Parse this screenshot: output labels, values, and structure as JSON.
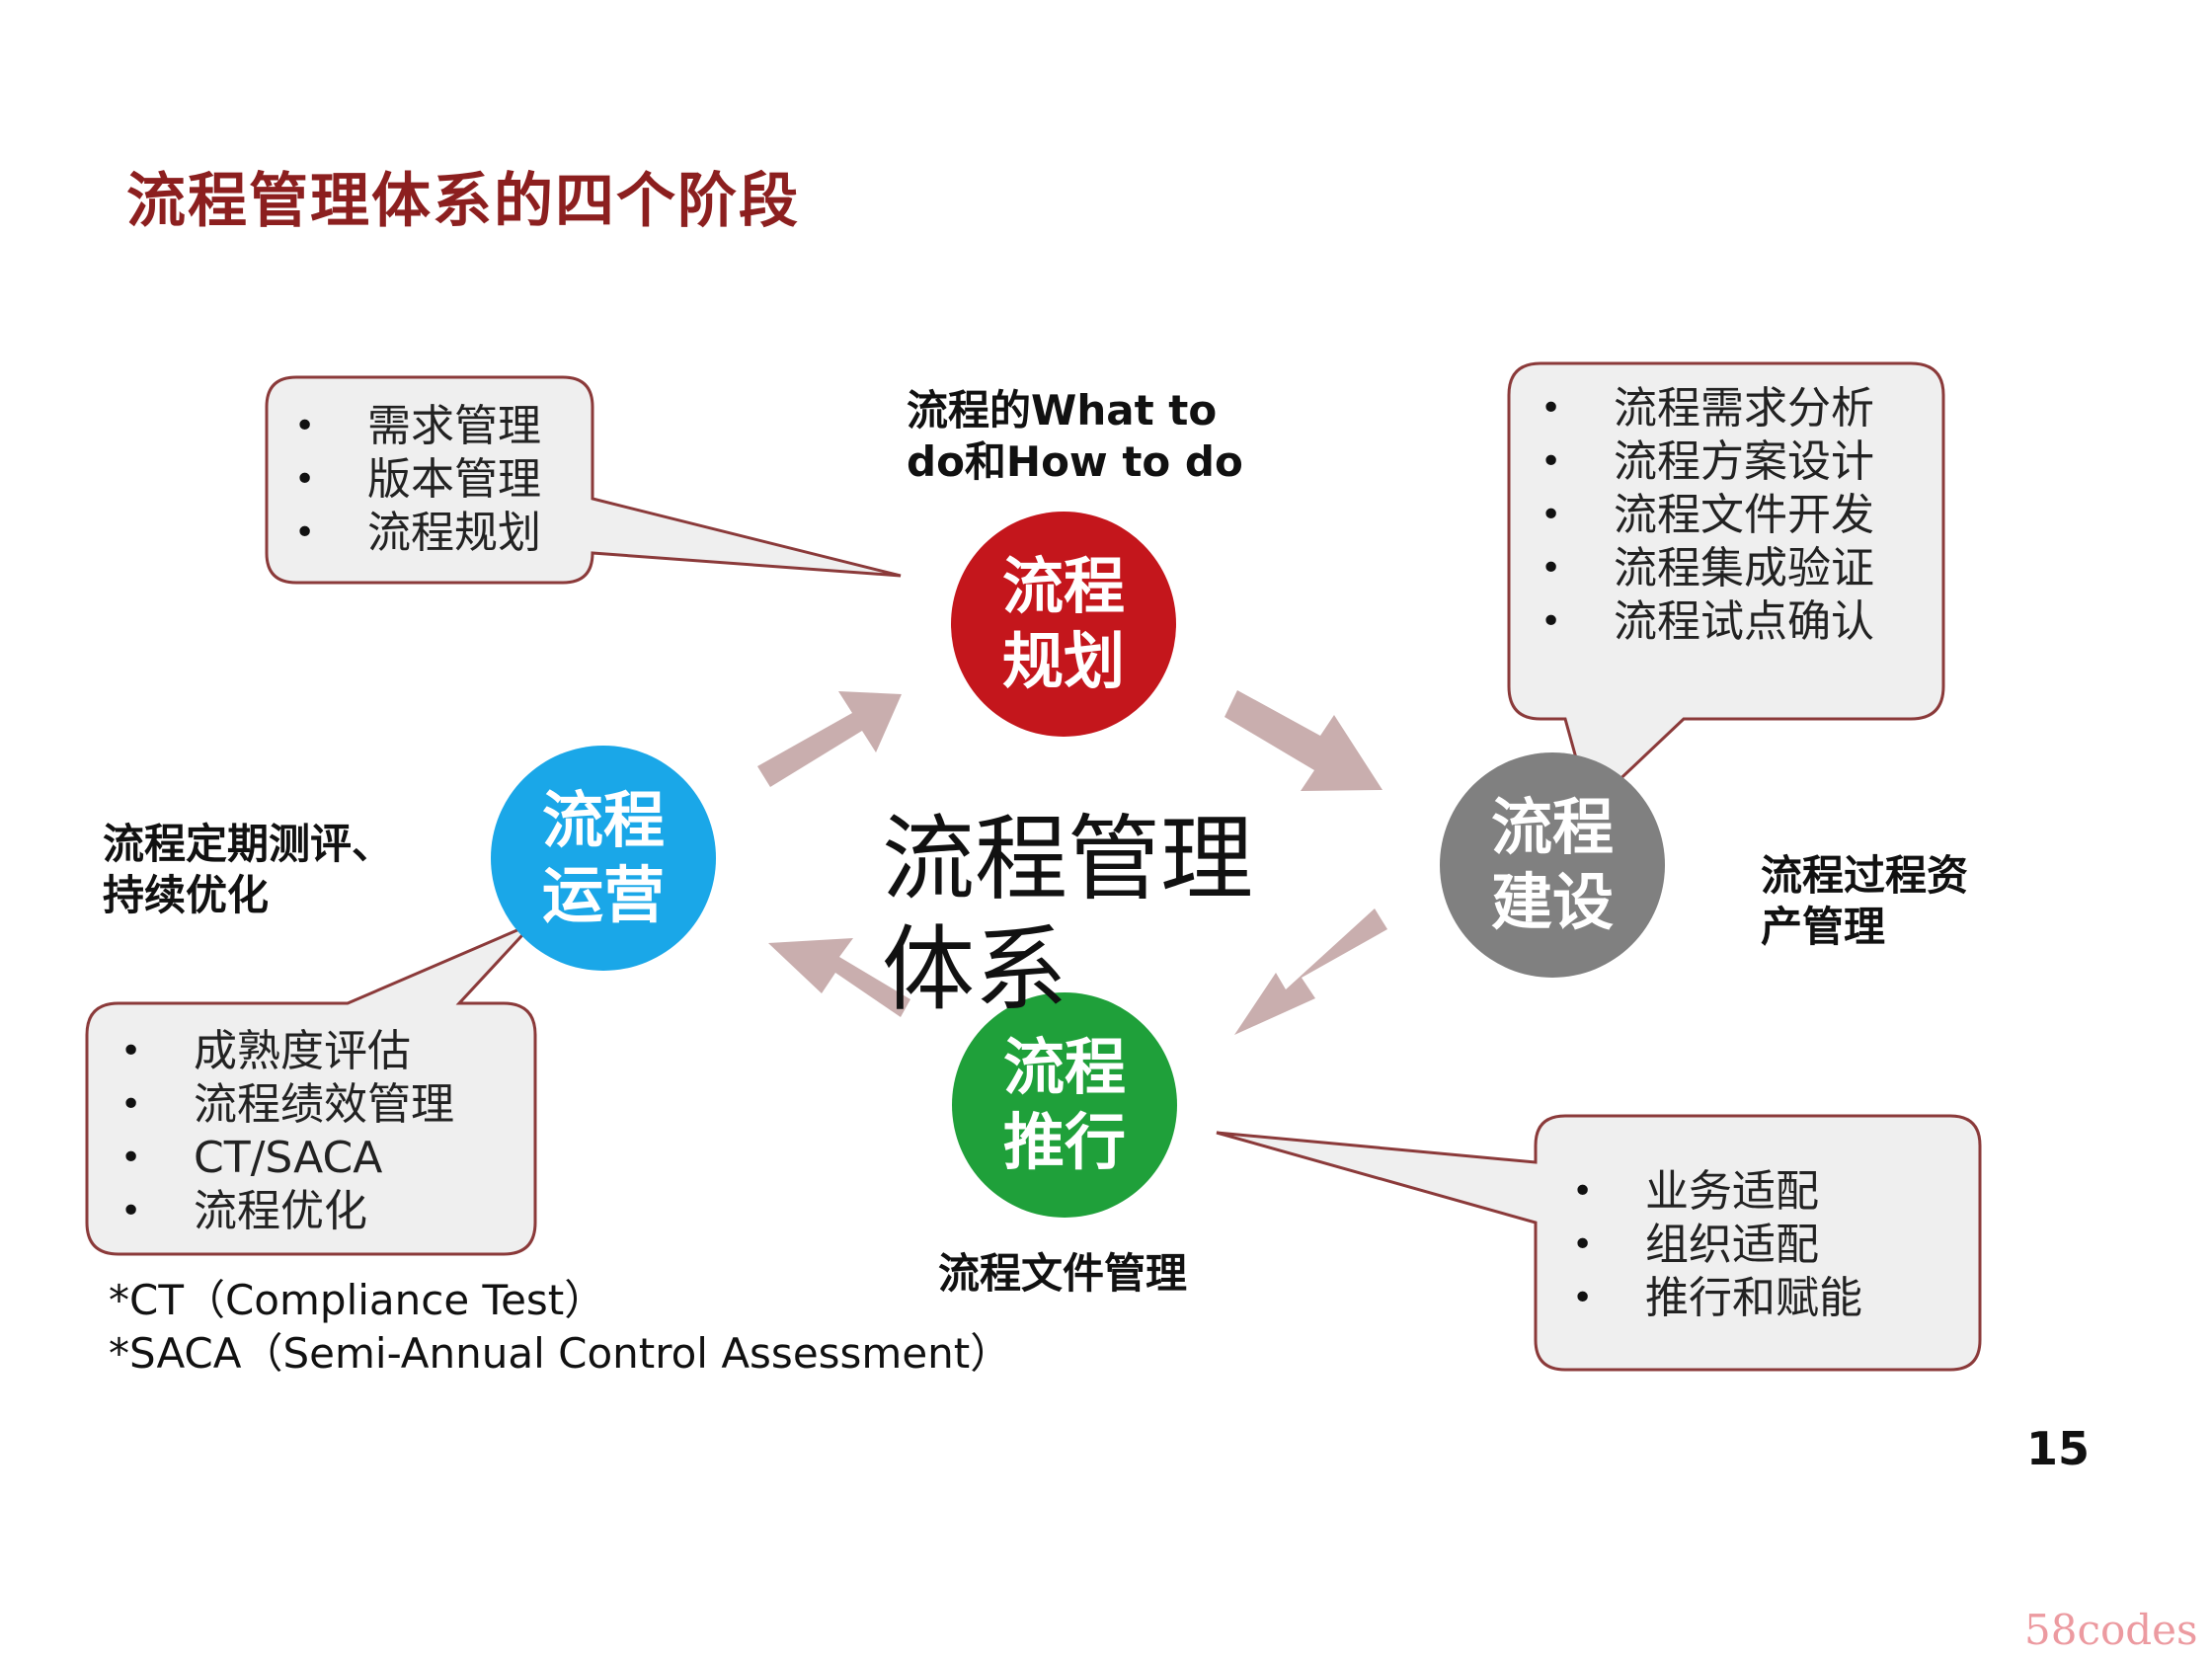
{
  "title": "流程管理体系的四个阶段",
  "center": "流程管理\n体系",
  "colors": {
    "title": "#8c1f1f",
    "planning": "#c4161c",
    "building": "#808080",
    "operation": "#1aa7e8",
    "rollout": "#1fa03a",
    "arrow": "#c9aeae",
    "bubble_fill": "#efefef",
    "bubble_stroke": "#8b3a3a"
  },
  "stages": {
    "planning": {
      "line1": "流程",
      "line2": "规划",
      "label": "流程的What to\ndo和How to do"
    },
    "building": {
      "line1": "流程",
      "line2": "建设",
      "label": "流程过程资\n产管理"
    },
    "operation": {
      "line1": "流程",
      "line2": "运营",
      "label": "流程定期测评、\n持续优化"
    },
    "rollout": {
      "line1": "流程",
      "line2": "推行",
      "label": "流程文件管理"
    }
  },
  "callouts": {
    "planning": [
      "需求管理",
      "版本管理",
      "流程规划"
    ],
    "building": [
      "流程需求分析",
      "流程方案设计",
      "流程文件开发",
      "流程集成验证",
      "流程试点确认"
    ],
    "operation": [
      "成熟度评估",
      "流程绩效管理",
      "CT/SACA",
      "流程优化"
    ],
    "rollout": [
      "业务适配",
      "组织适配",
      "推行和赋能"
    ]
  },
  "notes": {
    "ct": "*CT（Compliance Test）",
    "saca": "*SACA（Semi-Annual Control Assessment）"
  },
  "page_number": "15",
  "watermark": "58codes"
}
